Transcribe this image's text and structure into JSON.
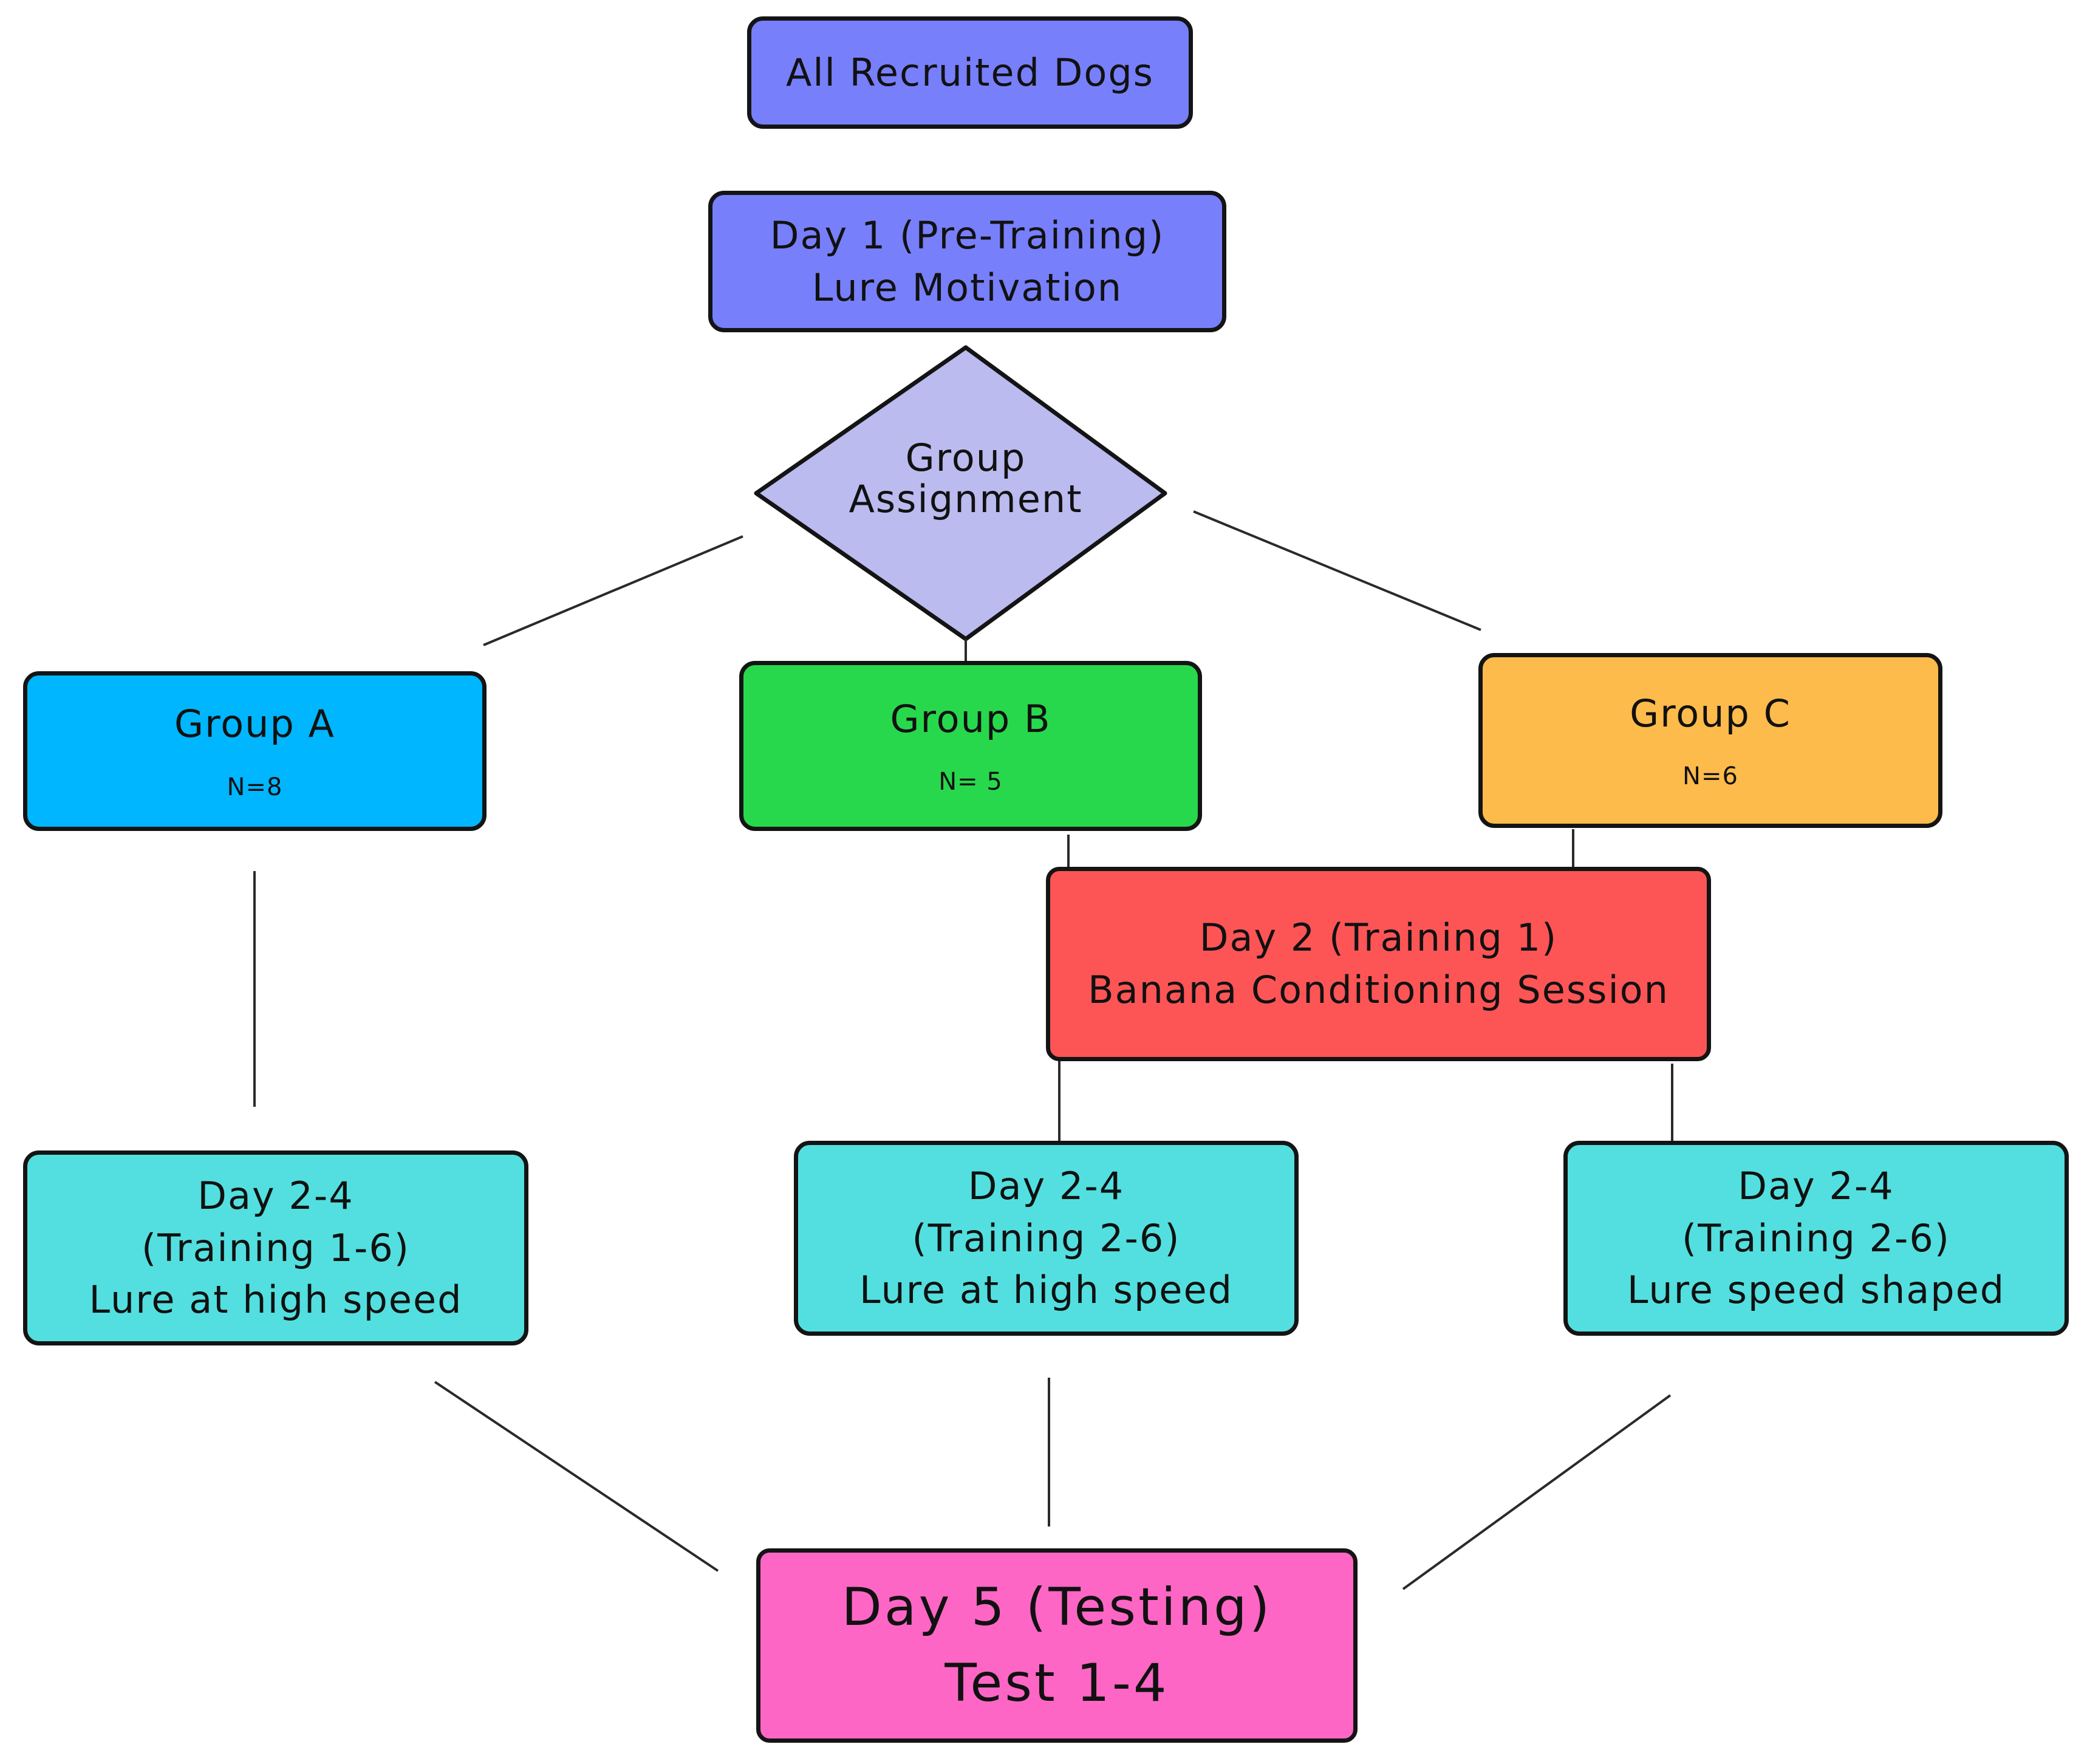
{
  "colors": {
    "start": "#787ffa",
    "decision": "#bbbbf0",
    "group_a": "#00b6ff",
    "group_b": "#27d84c",
    "group_c": "#fdbb4c",
    "banana": "#fd5555",
    "training": "#53dfdf",
    "testing": "#fe66c6",
    "border": "#141414"
  },
  "nodes": {
    "all_dogs": {
      "label": "All Recruited Dogs"
    },
    "day1": {
      "line1": "Day 1 (Pre-Training)",
      "line2": "Lure Motivation"
    },
    "group_assignment": {
      "line1": "Group",
      "line2": "Assignment"
    },
    "group_a": {
      "label": "Group A",
      "n": "N=8"
    },
    "group_b": {
      "label": "Group B",
      "n": "N= 5"
    },
    "group_c": {
      "label": "Group C",
      "n": "N=6"
    },
    "day2_banana": {
      "line1": "Day 2 (Training 1)",
      "line2": "Banana Conditioning Session"
    },
    "train_a": {
      "line1": "Day 2-4",
      "line2": "(Training 1-6)",
      "line3": "Lure at high speed"
    },
    "train_b": {
      "line1": "Day 2-4",
      "line2": "(Training 2-6)",
      "line3": "Lure at high speed"
    },
    "train_c": {
      "line1": "Day 2-4",
      "line2": "(Training 2-6)",
      "line3": "Lure speed shaped"
    },
    "day5": {
      "line1": "Day 5 (Testing)",
      "line2": "Test 1-4"
    }
  }
}
